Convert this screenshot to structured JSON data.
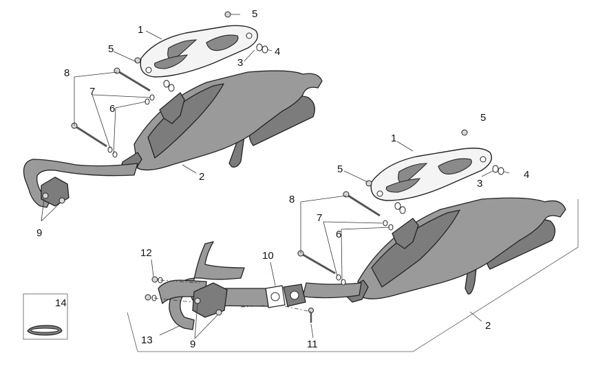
{
  "callouts": {
    "shield_upper": "1",
    "shield_lower": "1",
    "exhaust_upper": "2",
    "exhaust_lower": "2",
    "washer_upper": "3",
    "washer_lower": "3",
    "nut_upper": "4",
    "nut_lower": "4",
    "screw_upper_top": "5",
    "screw_upper_left": "5",
    "screw_lower_top": "5",
    "screw_lower_left": "5",
    "spacer_upper": "6",
    "spacer_lower": "6",
    "washer7_upper": "7",
    "washer7_lower": "7",
    "bolt_upper": "8",
    "bolt_lower": "8",
    "flange_nut_upper": "9",
    "flange_nut_lower": "9",
    "gasket": "10",
    "stud": "11",
    "plug": "12",
    "manifold": "13",
    "inset": "14"
  }
}
